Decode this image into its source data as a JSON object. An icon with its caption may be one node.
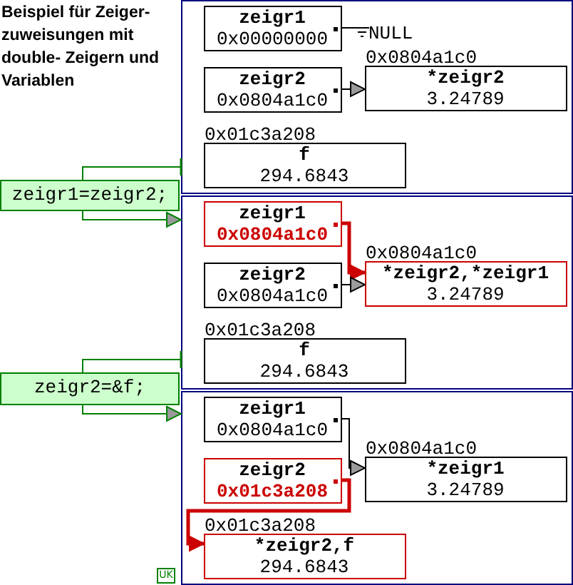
{
  "diagram": {
    "title": "Beispiel für Zeiger-zuweisungen mit double- Zeigern und Variablen",
    "nodes": [
      {
        "text": [],
        "shape": "box"
      },
      {
        "text": [
          "zeigr1",
          "0x00000000"
        ],
        "in": 0
      },
      {
        "text": [
          "NULL"
        ],
        "in": 0
      },
      {
        "text": [
          "zeigr2",
          "0x0804a1c0"
        ],
        "in": 0
      },
      {
        "text": [
          "*zeigr2",
          "3.24789"
        ],
        "beside": [
          "0x0804a1c0"
        ],
        "in": 0
      },
      {
        "text": [
          "f",
          "294.6843"
        ],
        "beside": [
          "0x01c3a208"
        ],
        "in": 0
      },
      {
        "text": [
          "zeigr1=zeigr2;"
        ]
      },
      {
        "text": [],
        "shape": "box"
      },
      {
        "text": [
          "zeigr1",
          "0x0804a1c0"
        ],
        "in": 7
      },
      {
        "text": [
          "zeigr2",
          "0x0804a1c0"
        ],
        "in": 7
      },
      {
        "text": [
          "*zeigr2,*zeigr1",
          "3.24789"
        ],
        "beside": [
          "0x0804a1c0"
        ],
        "in": 7
      },
      {
        "text": [
          "f",
          "294.6843"
        ],
        "beside": [
          "0x01c3a208"
        ],
        "in": 7
      },
      {
        "text": [
          "zeigr2=&f;"
        ]
      },
      {
        "text": [],
        "shape": "box"
      },
      {
        "text": [
          "zeigr1",
          "0x0804a1c0"
        ],
        "in": 13
      },
      {
        "text": [
          "zeigr2",
          "0x01c3a208"
        ],
        "in": 13
      },
      {
        "text": [
          "*zeigr1",
          "3.24789"
        ],
        "beside": [
          "0x0804a1c0"
        ],
        "in": 13
      },
      {
        "text": [
          "*zeigr2,f",
          "294.6843"
        ],
        "beside": [
          "0x01c3a208"
        ],
        "in": 13
      }
    ],
    "edges": [
      {
        "from": 1,
        "to": 2,
        "arrow": "other"
      },
      {
        "from": 3,
        "to": 4,
        "arrow": "to"
      },
      {
        "from": 6,
        "to": 0,
        "arrow": "other",
        "color": "#008000"
      },
      {
        "from": 6,
        "to": 7,
        "arrow": "to",
        "color": "#008000"
      },
      {
        "from": 8,
        "to": 10,
        "arrow": "to",
        "style": "thick",
        "color": "#cc0000"
      },
      {
        "from": 9,
        "to": 10,
        "arrow": "to"
      },
      {
        "from": 12,
        "to": 7,
        "arrow": "other",
        "color": "#008000"
      },
      {
        "from": 12,
        "to": 13,
        "arrow": "to",
        "color": "#008000"
      },
      {
        "from": 14,
        "to": 16,
        "arrow": "to"
      },
      {
        "from": 15,
        "to": 17,
        "arrow": "to",
        "style": "thick",
        "color": "#cc0000"
      }
    ],
    "labels": [
      "UK"
    ]
  }
}
